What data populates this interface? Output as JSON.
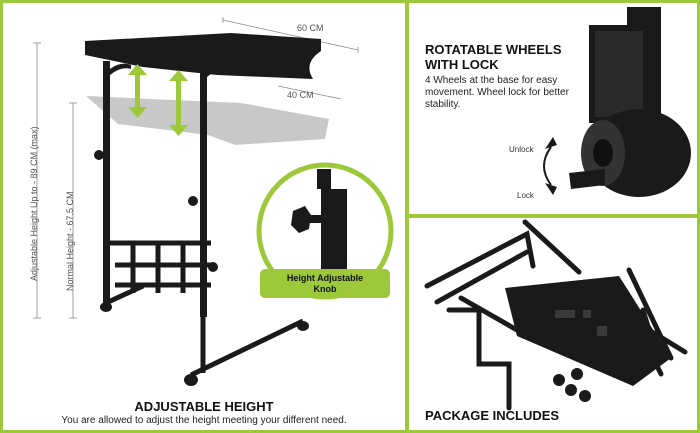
{
  "main": {
    "title": "ADJUSTABLE HEIGHT",
    "subtitle": "You are allowed to adjust the height meeting your different need.",
    "width_label": "60 CM",
    "depth_label": "40 CM",
    "adjustable_height_label": "Adjustable Height Up to - 89 CM (max)",
    "normal_height_label": "Normal Height - 67.5 CM",
    "knob_label_line1": "Height Adjustable",
    "knob_label_line2": "Knob"
  },
  "wheels": {
    "title": "ROTATABLE WHEELS WITH LOCK",
    "description": "4 Wheels at the base for easy movement. Wheel lock for better stability.",
    "unlock_label": "Unlock",
    "lock_label": "Lock"
  },
  "package": {
    "title": "PACKAGE INCLUDES"
  },
  "colors": {
    "accent_green": "#9cc83a",
    "product_black": "#1a1a1a",
    "shadow_gray": "#c8c8c8"
  }
}
